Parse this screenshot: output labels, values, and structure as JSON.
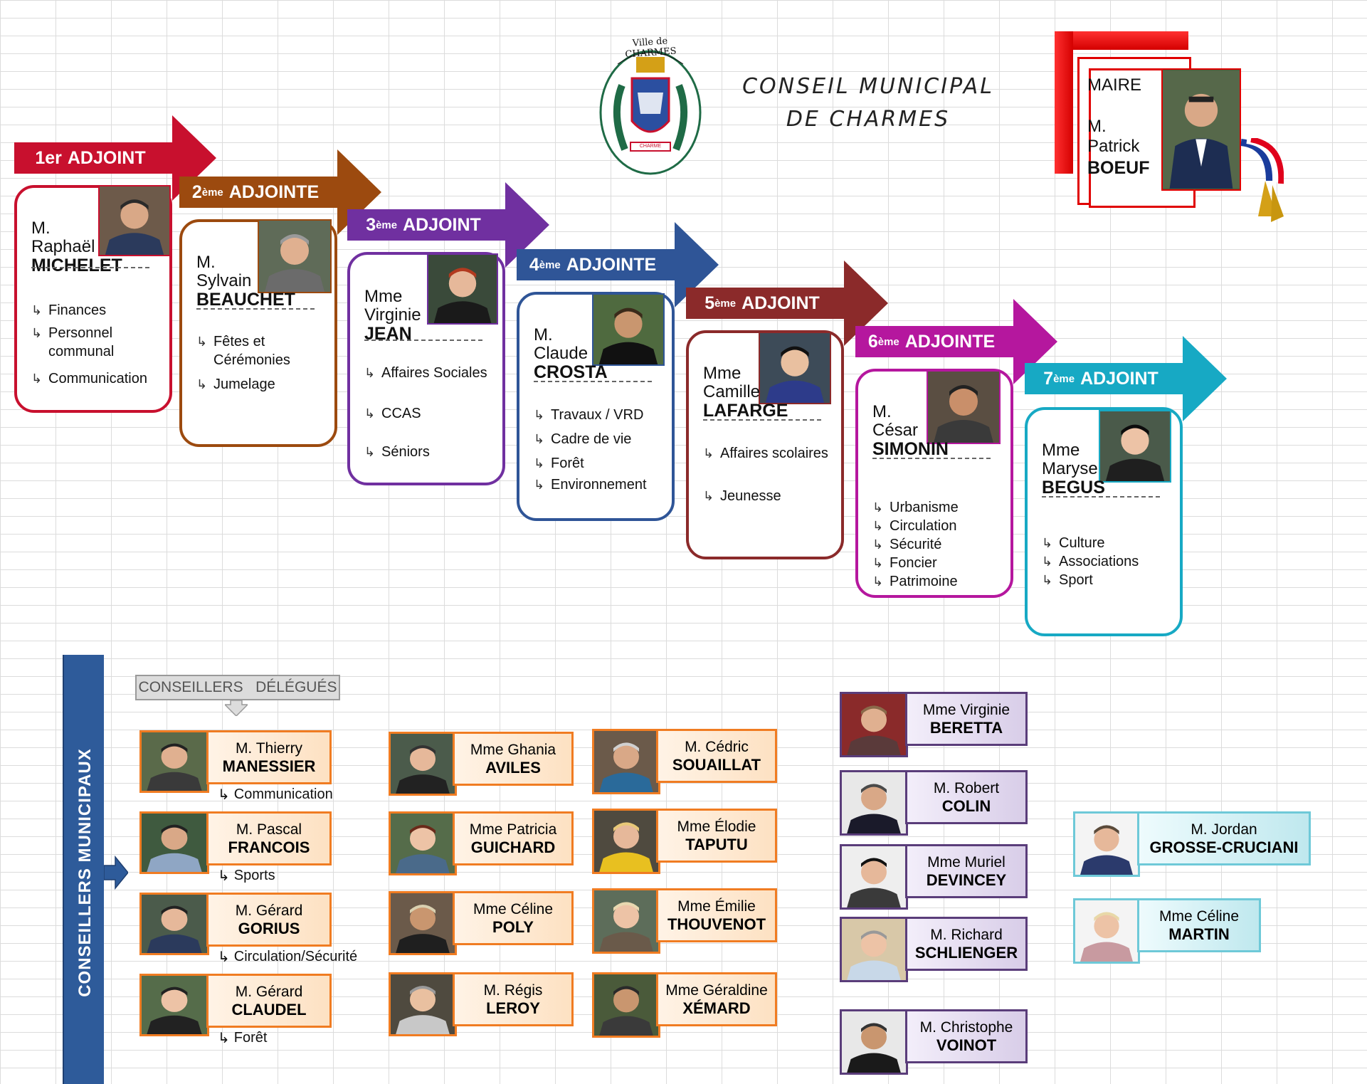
{
  "header": {
    "title_line1": "CONSEIL MUNICIPAL",
    "title_line2": "DE CHARMES",
    "logo_text": "Ville de CHARMES",
    "logo_banner": "CHARME"
  },
  "maire": {
    "role": "MAIRE",
    "civ": "M.",
    "first": "Patrick",
    "last": "BOEUF"
  },
  "adjoints": [
    {
      "ordinal": "1er",
      "suffix": "",
      "label": "ADJOINT",
      "civ": "M.",
      "first": "Raphaël",
      "last": "MICHELET",
      "duties": [
        "Finances",
        "Personnel communal",
        "Communication"
      ],
      "color": "#c8102e"
    },
    {
      "ordinal": "2",
      "suffix": "ème",
      "label": "ADJOINTE",
      "civ": "M.",
      "first": "Sylvain",
      "last": "BEAUCHET",
      "duties": [
        "Fêtes et Cérémonies",
        "Jumelage"
      ],
      "color": "#9c4a0f"
    },
    {
      "ordinal": "3",
      "suffix": "ème",
      "label": "ADJOINT",
      "civ": "Mme",
      "first": "Virginie",
      "last": "JEAN",
      "duties": [
        "Affaires Sociales",
        "CCAS",
        "Séniors"
      ],
      "color": "#7030a0"
    },
    {
      "ordinal": "4",
      "suffix": "ème",
      "label": "ADJOINTE",
      "civ": "M.",
      "first": "Claude",
      "last": "CROSTA",
      "duties": [
        "Travaux / VRD",
        "Cadre de vie",
        "Forêt",
        "Environnement"
      ],
      "color": "#2f5597"
    },
    {
      "ordinal": "5",
      "suffix": "ème",
      "label": "ADJOINT",
      "civ": "Mme",
      "first": "Camille",
      "last": "LAFARGE",
      "duties": [
        "Affaires scolaires",
        "Jeunesse"
      ],
      "color": "#8b2a2a"
    },
    {
      "ordinal": "6",
      "suffix": "ème",
      "label": "ADJOINTE",
      "civ": "M.",
      "first": "César",
      "last": "SIMONIN",
      "duties": [
        "Urbanisme",
        "Circulation",
        "Sécurité",
        "Foncier",
        "Patrimoine"
      ],
      "color": "#b5179e"
    },
    {
      "ordinal": "7",
      "suffix": "ème",
      "label": "ADJOINT",
      "civ": "Mme",
      "first": "Maryse",
      "last": "BEGUS",
      "duties": [
        "Culture",
        "Associations",
        "Sport"
      ],
      "color": "#17a9c4"
    }
  ],
  "conseillers_label": "CONSEILLERS MUNICIPAUX",
  "delegues_label": "CONSEILLERS   DÉLÉGUÉS",
  "delegues": [
    {
      "first": "M. Thierry",
      "last": "MANESSIER",
      "duty": "Communication"
    },
    {
      "first": "M. Pascal",
      "last": "FRANCOIS",
      "duty": "Sports"
    },
    {
      "first": "M. Gérard",
      "last": "GORIUS",
      "duty": "Circulation/Sécurité"
    },
    {
      "first": "M. Gérard",
      "last": "CLAUDEL",
      "duty": "Forêt"
    }
  ],
  "col2": [
    {
      "first": "Mme Ghania",
      "last": "AVILES"
    },
    {
      "first": "Mme Patricia",
      "last": "GUICHARD"
    },
    {
      "first": "Mme Céline",
      "last": "POLY"
    },
    {
      "first": "M. Régis",
      "last": "LEROY"
    }
  ],
  "col3": [
    {
      "first": "M. Cédric",
      "last": "SOUAILLAT"
    },
    {
      "first": "Mme Élodie",
      "last": "TAPUTU"
    },
    {
      "first": "Mme Émilie",
      "last": "THOUVENOT"
    },
    {
      "first": "Mme Géraldine",
      "last": "XÉMARD"
    }
  ],
  "col4": [
    {
      "first": "Mme Virginie",
      "last": "BERETTA"
    },
    {
      "first": "M. Robert",
      "last": "COLIN"
    },
    {
      "first": "Mme Muriel",
      "last": "DEVINCEY"
    },
    {
      "first": "M. Richard",
      "last": "SCHLIENGER"
    },
    {
      "first": "M. Christophe",
      "last": "VOINOT"
    }
  ],
  "col5": [
    {
      "first": "M. Jordan",
      "last": "GROSSE-CRUCIANI"
    },
    {
      "first": "Mme Céline",
      "last": "MARTIN"
    }
  ],
  "icons": {
    "duty_bullet": "bullet-arrow-icon",
    "photo": "person-photo-icon"
  }
}
